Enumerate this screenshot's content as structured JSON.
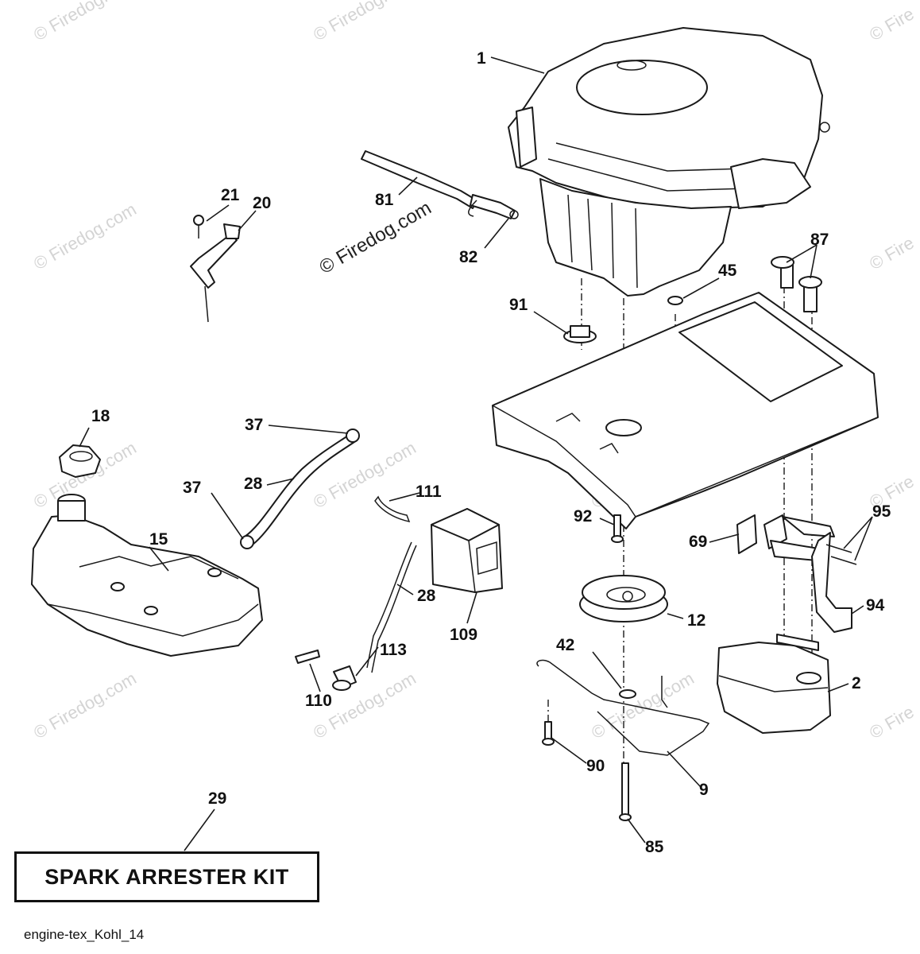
{
  "watermark": {
    "text": "© Firedog.com",
    "center_text": "© Firedog.com",
    "partial": "© Fire"
  },
  "callouts": {
    "c1": "1",
    "c2": "2",
    "c9": "9",
    "c12": "12",
    "c15": "15",
    "c18": "18",
    "c20": "20",
    "c21": "21",
    "c28a": "28",
    "c28b": "28",
    "c29": "29",
    "c37a": "37",
    "c37b": "37",
    "c42": "42",
    "c45": "45",
    "c69": "69",
    "c81": "81",
    "c82": "82",
    "c85": "85",
    "c87": "87",
    "c90": "90",
    "c91": "91",
    "c92": "92",
    "c94": "94",
    "c95": "95",
    "c109": "109",
    "c110": "110",
    "c111": "111",
    "c113": "113"
  },
  "kit": {
    "label": "SPARK ARRESTER KIT"
  },
  "footer": {
    "code": "engine-tex_Kohl_14"
  }
}
